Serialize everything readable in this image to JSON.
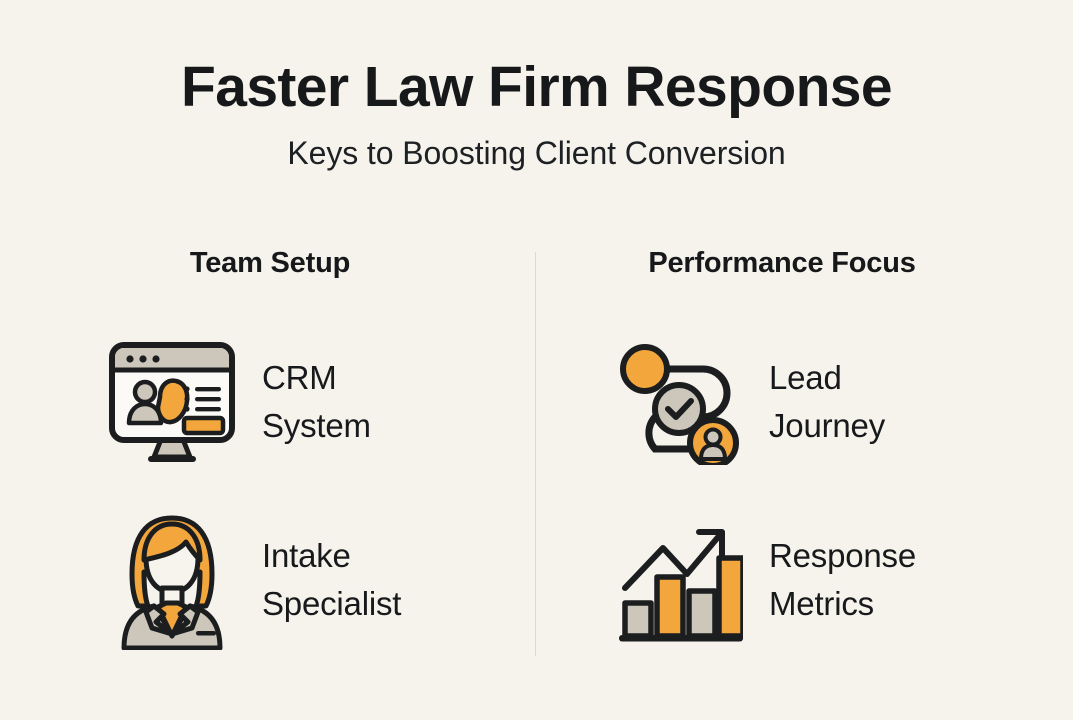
{
  "header": {
    "title": "Faster Law Firm Response",
    "subtitle": "Keys to Boosting Client Conversion"
  },
  "colors": {
    "background": "#f6f3ed",
    "ink": "#16181a",
    "accent_orange": "#f2a63c",
    "neutral_gray": "#c9c3b6",
    "divider": "#ddd9d0"
  },
  "columns": [
    {
      "heading": "Team Setup",
      "items": [
        {
          "icon": "crm-monitor-icon",
          "label": "CRM\nSystem"
        },
        {
          "icon": "intake-specialist-person-icon",
          "label": "Intake\nSpecialist"
        }
      ]
    },
    {
      "heading": "Performance Focus",
      "items": [
        {
          "icon": "lead-journey-path-icon",
          "label": "Lead\nJourney"
        },
        {
          "icon": "response-metrics-bar-chart-icon",
          "label": "Response\nMetrics"
        }
      ]
    }
  ]
}
